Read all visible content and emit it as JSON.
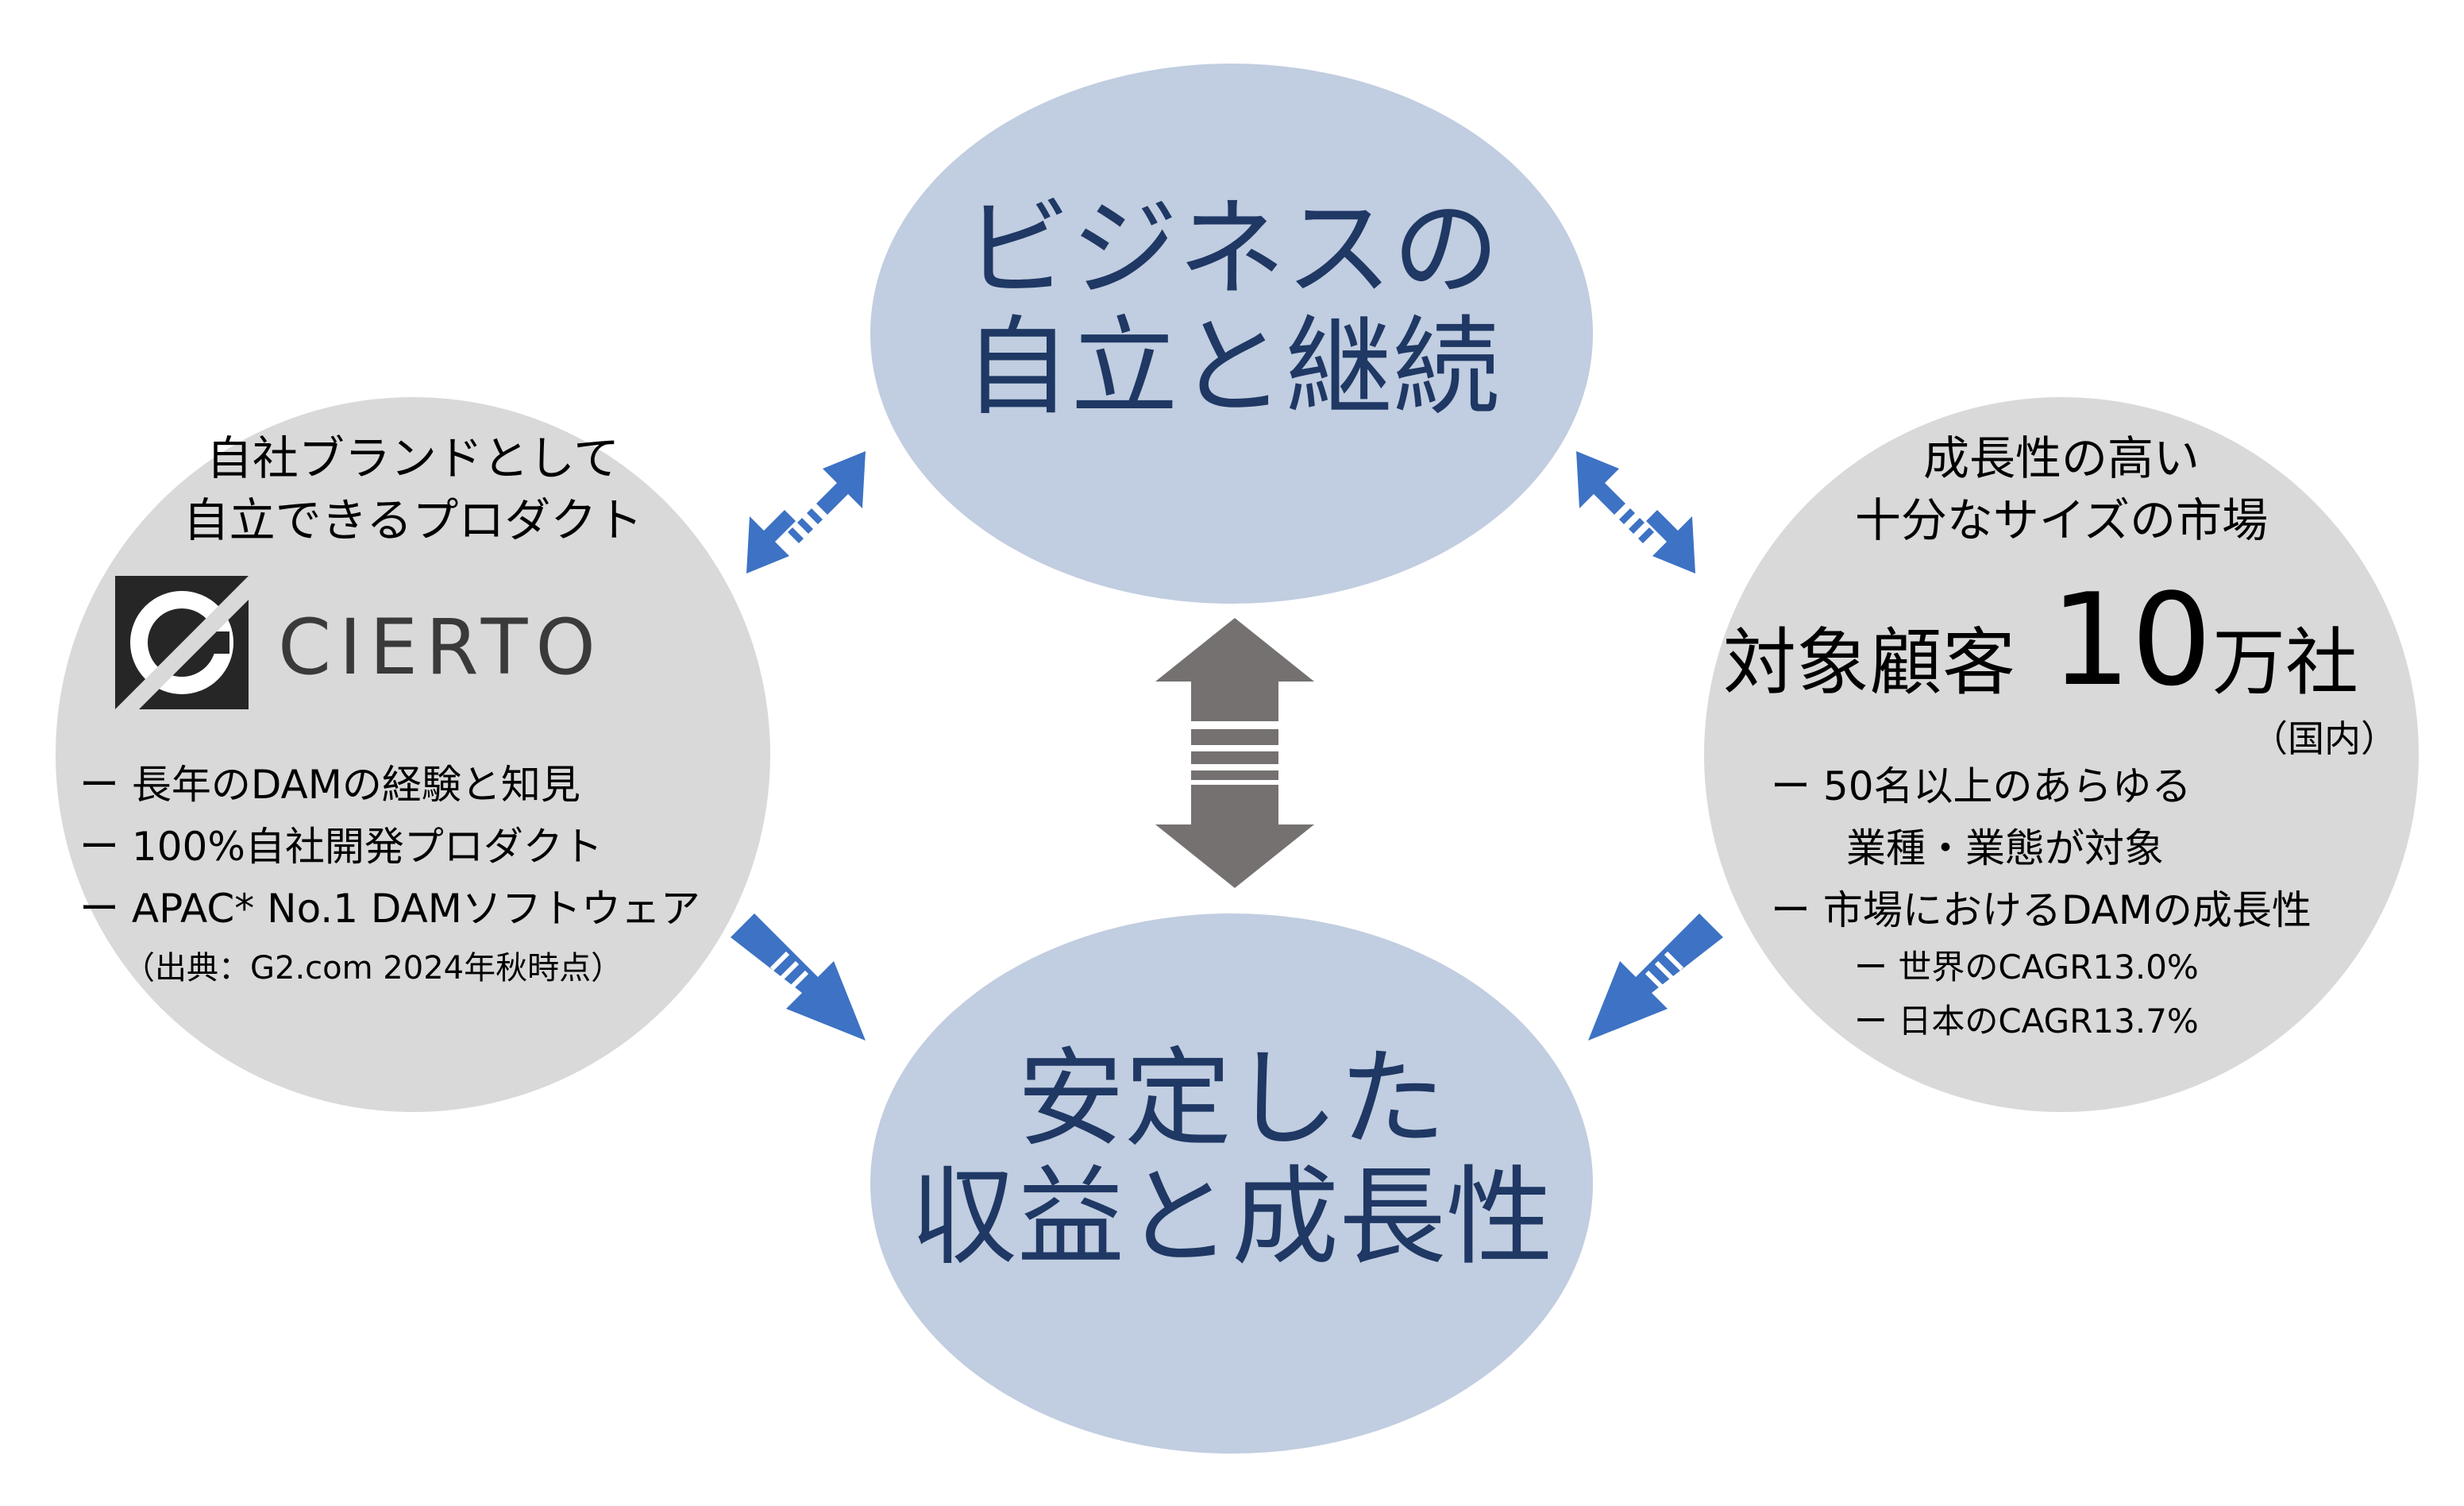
{
  "top_circle": {
    "line1": "ビジネスの",
    "line2": "自立と継続"
  },
  "bottom_circle": {
    "line1": "安定した",
    "line2": "収益と成長性"
  },
  "left_circle": {
    "heading1": "自社ブランドとして",
    "heading2": "自立できるプロダクト",
    "logo_text": "CIERTO",
    "bullets": [
      "ー 長年のDAMの経験と知見",
      "ー 100%自社開発プロダクト",
      "ー APAC* No.1 DAMソフトウェア"
    ],
    "note": "（出典：G2.com 2024年秋時点）"
  },
  "right_circle": {
    "heading1": "成長性の高い",
    "heading2": "十分なサイズの市場",
    "target_prefix": "対象顧客",
    "target_number": "10",
    "target_suffix": "万社",
    "target_note": "（国内）",
    "bullet1_line1": "ー 50名以上のあらゆる",
    "bullet1_line2": "業種・業態が対象",
    "bullet2": "ー 市場におけるDAMの成長性",
    "sub1": "ー 世界のCAGR13.0%",
    "sub2": "ー 日本のCAGR13.7%"
  },
  "colors": {
    "blue_ellipse": "#c1cde0",
    "grey_ellipse": "#d9d9d9",
    "title_text": "#1f3864",
    "arrow_blue": "#3d72c4",
    "arrow_grey": "#767171"
  }
}
